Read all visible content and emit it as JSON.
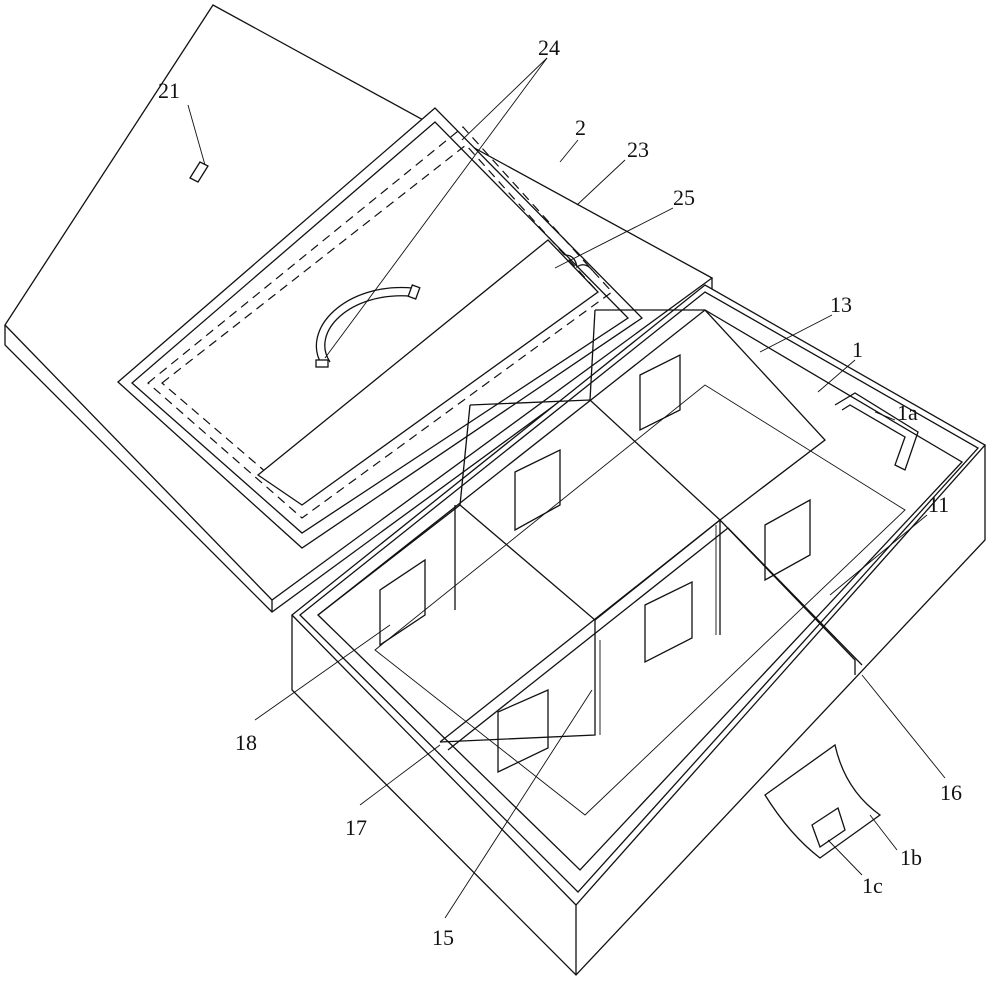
{
  "figure": {
    "labels": {
      "lid": "2",
      "lid_clasp": "21",
      "lid_panel": "23",
      "lid_handle": "24",
      "lid_strip": "25",
      "box": "1",
      "box_rim": "13",
      "side_handle": "1a",
      "front_tab": "1b",
      "tab_slot": "1c",
      "compartment": "11",
      "divider_long": "15",
      "divider_slot": "16",
      "divider_short": "17",
      "label_card": "18"
    }
  }
}
